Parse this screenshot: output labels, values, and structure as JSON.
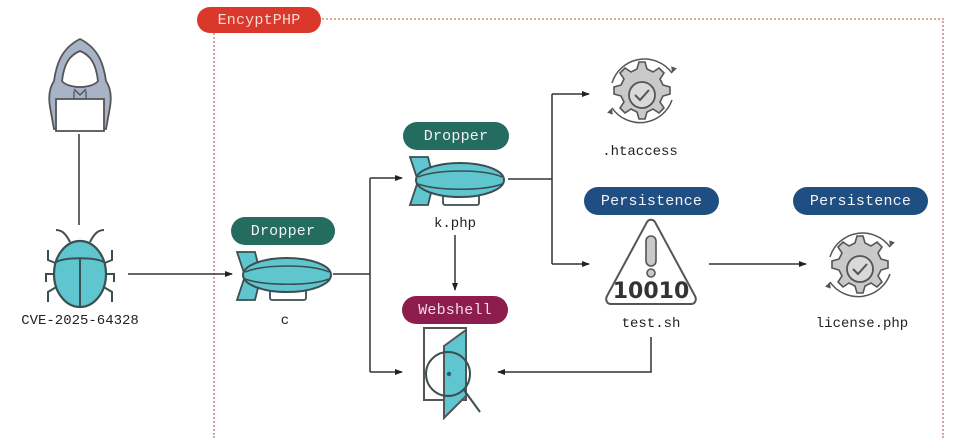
{
  "diagram": {
    "scope": {
      "label": "EncyptPHP",
      "color": "#d9382a"
    },
    "actors": {
      "attacker": {
        "icon": "hooded-hacker-icon"
      },
      "vulnerability": {
        "label": "CVE-2025-64328",
        "icon": "bug-icon"
      }
    },
    "nodes": {
      "c": {
        "tag": "Dropper",
        "label": "c",
        "icon": "blimp-icon"
      },
      "kphp": {
        "tag": "Dropper",
        "label": "k.php",
        "icon": "blimp-icon"
      },
      "webshell": {
        "tag": "Webshell",
        "label": "",
        "icon": "door-magnifier-icon"
      },
      "htaccess": {
        "label": ".htaccess",
        "icon": "gear-check-icon"
      },
      "testsh": {
        "tag": "Persistence",
        "label": "test.sh",
        "icon": "warning-triangle-icon",
        "glyph_text": "10010"
      },
      "license": {
        "tag": "Persistence",
        "label": "license.php",
        "icon": "gear-check-icon"
      }
    },
    "tag_colors": {
      "Dropper": "#246b60",
      "Webshell": "#8d1d4d",
      "Persistence": "#1f4f82"
    },
    "edges": [
      {
        "from": "attacker",
        "to": "vulnerability"
      },
      {
        "from": "vulnerability",
        "to": "c"
      },
      {
        "from": "c",
        "to": "kphp"
      },
      {
        "from": "c",
        "to": "webshell"
      },
      {
        "from": "kphp",
        "to": "htaccess"
      },
      {
        "from": "kphp",
        "to": "testsh"
      },
      {
        "from": "kphp",
        "to": "webshell"
      },
      {
        "from": "testsh",
        "to": "license"
      },
      {
        "from": "testsh",
        "to": "webshell"
      }
    ]
  }
}
